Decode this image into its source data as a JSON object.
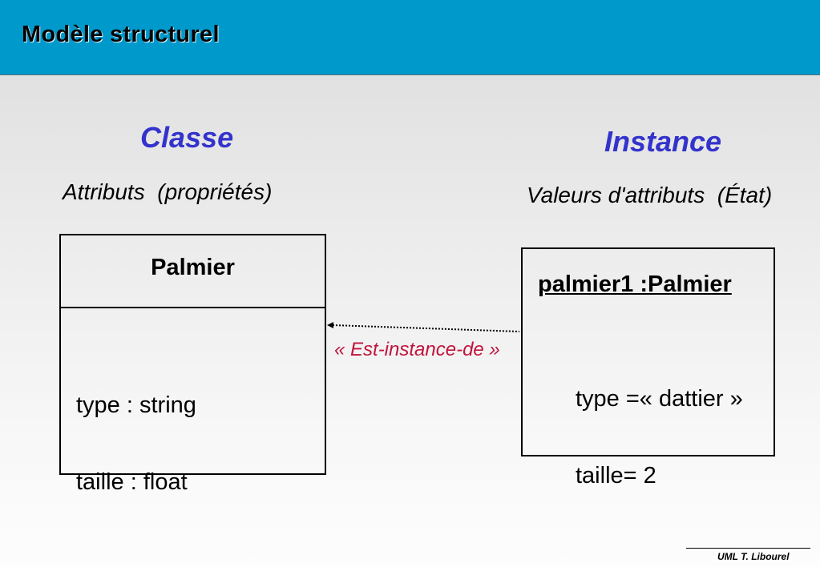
{
  "header": {
    "title": "Modèle structurel"
  },
  "class_side": {
    "heading": "Classe",
    "subheading": "Attributs  (propriétés)",
    "box": {
      "name": "Palmier",
      "attributes": [
        "type : string",
        "taille : float"
      ]
    }
  },
  "instance_side": {
    "heading": "Instance",
    "subheading": "Valeurs d'attributs  (État)",
    "box": {
      "name": "palmier1 :Palmier",
      "values": [
        "type =« dattier »",
        "taille= 2"
      ]
    }
  },
  "relation": {
    "label": "« Est-instance-de »",
    "color": "#c0143c"
  },
  "colors": {
    "header_bg": "#0099cc",
    "heading": "#3333cc"
  },
  "footer": {
    "text": "UML  T. Libourel"
  }
}
